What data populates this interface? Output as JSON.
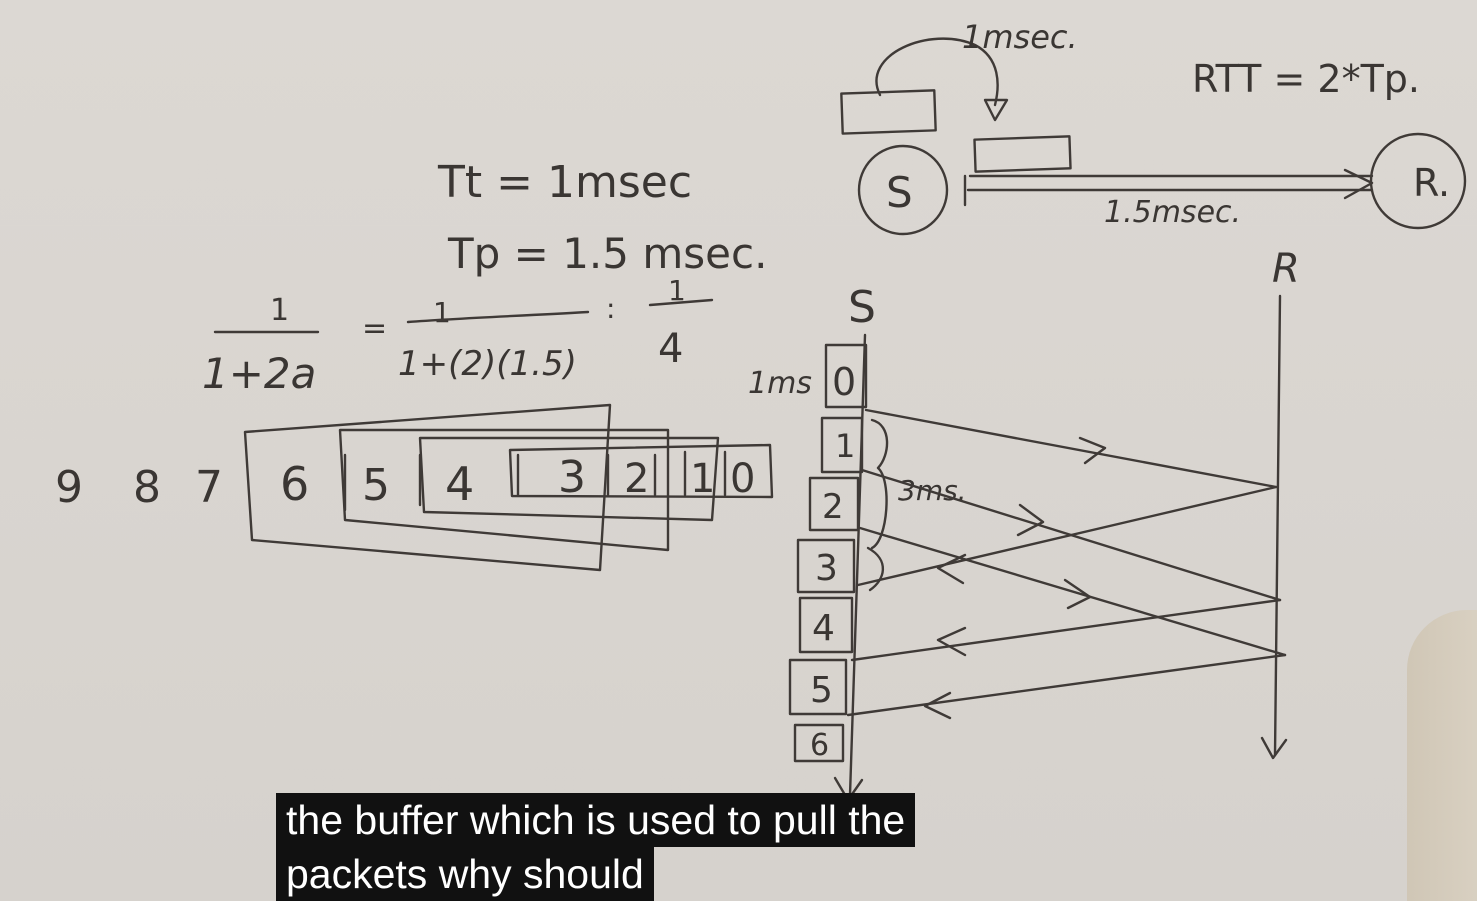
{
  "labels": {
    "node_s_top": "S",
    "node_r_top": "R.",
    "tx_time_top": "1msec.",
    "rtt_formula": "RTT = 2*Tp.",
    "prop_time_top": "1.5msec.",
    "tt_formula": "Tt = 1msec",
    "tp_formula": "Tp = 1.5 msec.",
    "eff_numerator_1": "1",
    "eff_denominator_1": "1+2a",
    "eff_numerator_2": "1",
    "eff_denominator_2": "1+(2)(1.5)",
    "eff_equals": "=",
    "eff_colon": ":",
    "eff_numerator_3": "1",
    "eff_denominator_3": "4",
    "timeline_s": "S",
    "timeline_r": "R",
    "first_packet_time": "1ms",
    "window_time": "3ms."
  },
  "queue_packets": [
    "9",
    "8",
    "7",
    "6",
    "5",
    "4",
    "3",
    "2",
    "1",
    "0"
  ],
  "timeline_packets": [
    "0",
    "1",
    "2",
    "3",
    "4",
    "5",
    "6"
  ],
  "captions": [
    "the buffer which is used to pull the",
    "packets why should"
  ]
}
